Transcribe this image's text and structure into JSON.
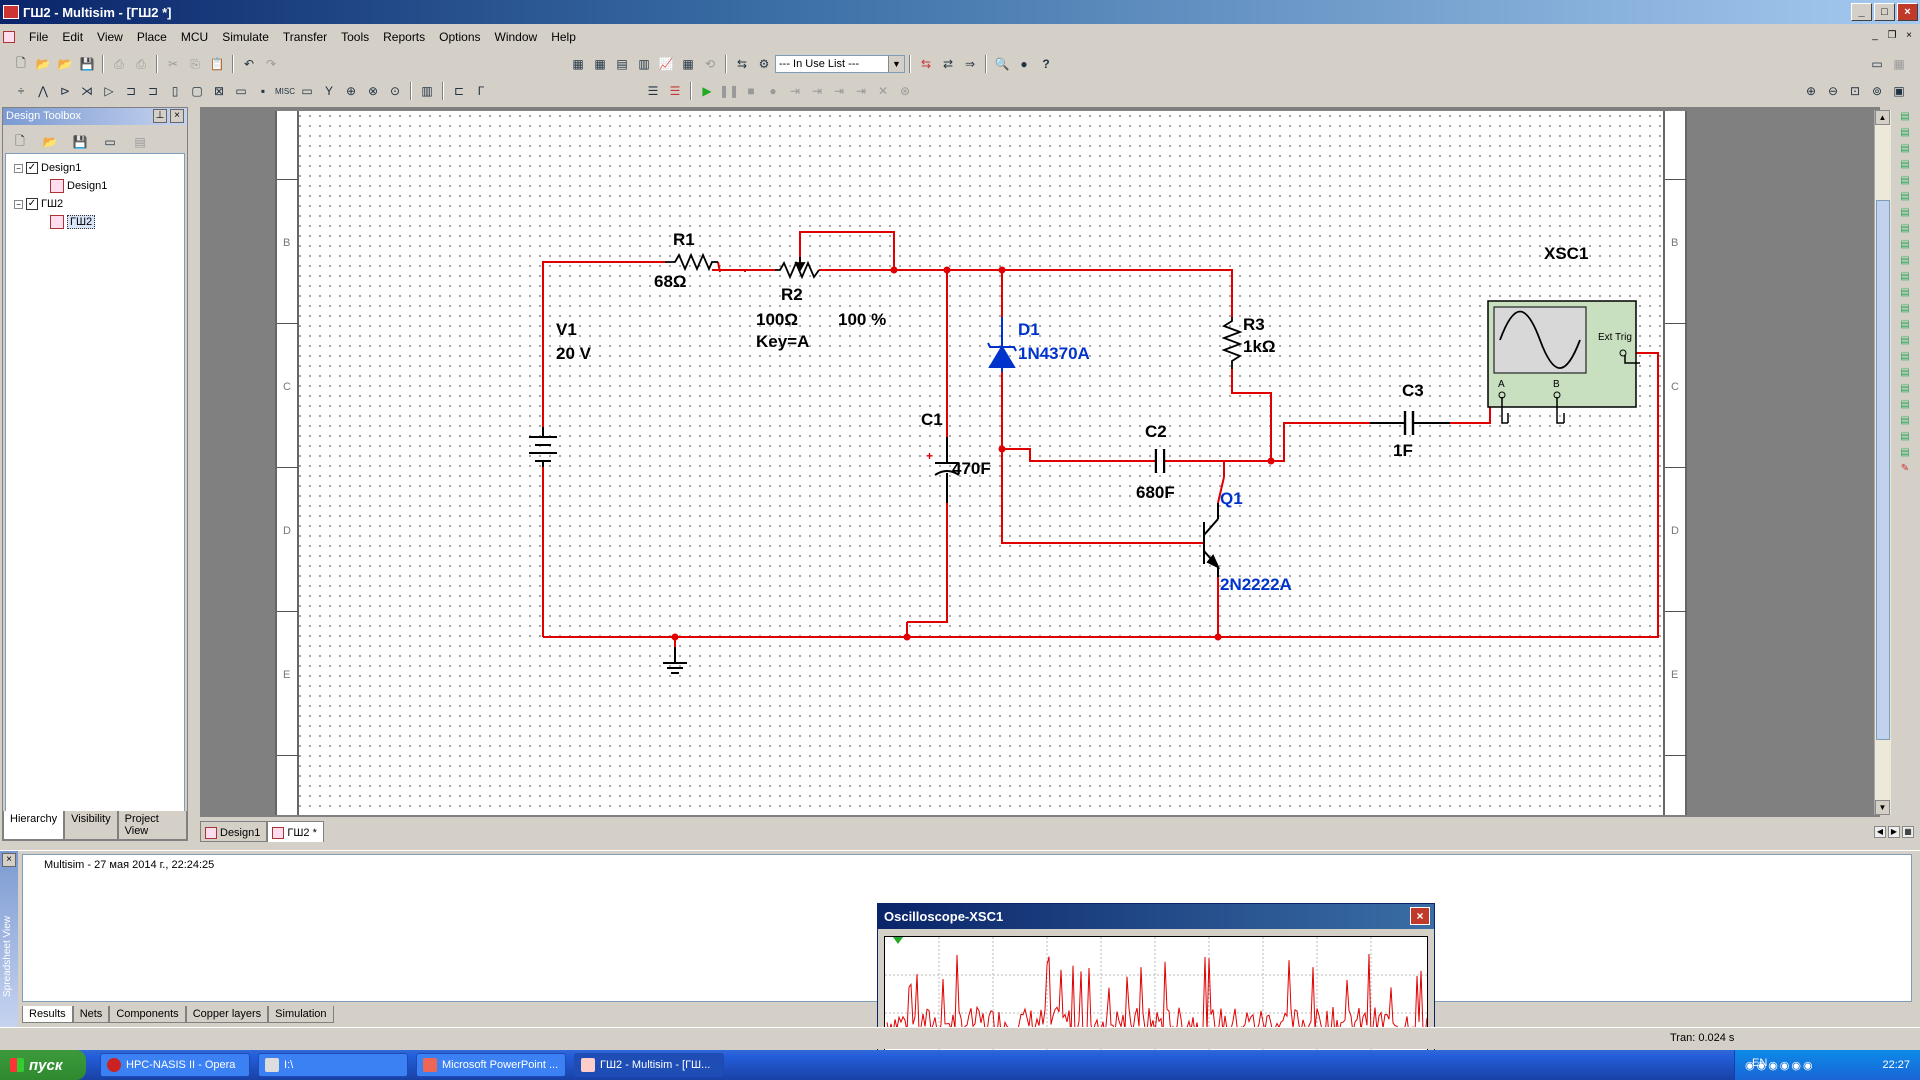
{
  "window": {
    "title": "ГШ2 - Multisim - [ГШ2 *]"
  },
  "menu": [
    "File",
    "Edit",
    "View",
    "Place",
    "MCU",
    "Simulate",
    "Transfer",
    "Tools",
    "Reports",
    "Options",
    "Window",
    "Help"
  ],
  "toolbar": {
    "in_use_list": "--- In Use List ---"
  },
  "toolbox": {
    "title": "Design Toolbox",
    "tree": [
      {
        "label": "Design1",
        "child": "Design1"
      },
      {
        "label": "ГШ2",
        "child": "ГШ2"
      }
    ],
    "tabs": [
      "Hierarchy",
      "Visibility",
      "Project View"
    ]
  },
  "sheet": {
    "zones": [
      "B",
      "C",
      "D",
      "E"
    ],
    "tabs": [
      "Design1",
      "ГШ2 *"
    ]
  },
  "components": {
    "v1": {
      "ref": "V1",
      "value": "20 V"
    },
    "r1": {
      "ref": "R1",
      "value": "68Ω"
    },
    "r2": {
      "ref": "R2",
      "value": "100Ω",
      "key": "Key=A",
      "percent": "100 %"
    },
    "d1": {
      "ref": "D1",
      "model": "1N4370A"
    },
    "r3": {
      "ref": "R3",
      "value": "1kΩ"
    },
    "c1": {
      "ref": "C1",
      "value": "470F"
    },
    "c2": {
      "ref": "C2",
      "value": "680F"
    },
    "c3": {
      "ref": "C3",
      "value": "1F"
    },
    "q1": {
      "ref": "Q1",
      "model": "2N2222A"
    },
    "xsc1": {
      "ref": "XSC1",
      "ext_trig": "Ext Trig",
      "ch_a": "A",
      "ch_b": "B"
    }
  },
  "spreadsheet": {
    "side_label": "Spreadsheet View",
    "result_line": "Multisim  -  27 мая 2014 г., 22:24:25",
    "tabs": [
      "Results",
      "Nets",
      "Components",
      "Copper layers",
      "Simulation"
    ]
  },
  "oscilloscope": {
    "title": "Oscilloscope-XSC1"
  },
  "status": {
    "tran": "Tran: 0.024 s"
  },
  "taskbar": {
    "start": "пуск",
    "tasks": [
      "HPC-NASIS II - Opera",
      "I:\\",
      "Microsoft PowerPoint ...",
      "ГШ2 - Multisim - [ГШ..."
    ],
    "lang": "EN",
    "clock": "22:27"
  },
  "colors": {
    "wire": "#e00000",
    "component_blue": "#0033cc",
    "scope_body": "#c8e0c0"
  }
}
